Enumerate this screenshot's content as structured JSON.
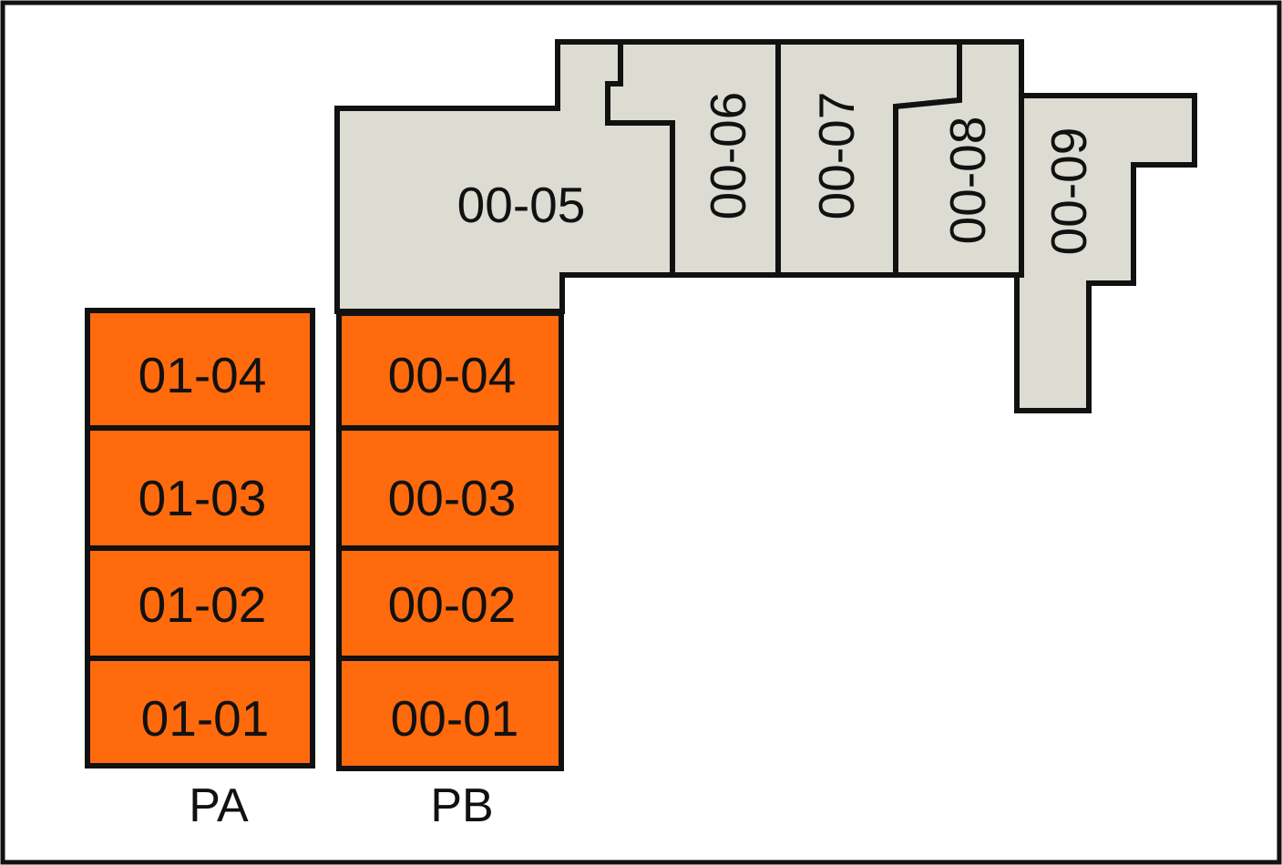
{
  "colors": {
    "available_unit": "#ff6a0d",
    "other_unit": "#dcdcd3",
    "outline": "#111111",
    "background": "#ffffff"
  },
  "units": {
    "u0001": "00-01",
    "u0002": "00-02",
    "u0003": "00-03",
    "u0004": "00-04",
    "u0005": "00-05",
    "u0006": "00-06",
    "u0007": "00-07",
    "u0008": "00-08",
    "u0009": "00-09",
    "u0101": "01-01",
    "u0102": "01-02",
    "u0103": "01-03",
    "u0104": "01-04"
  },
  "blocks": {
    "pa": "PA",
    "pb": "PB"
  }
}
